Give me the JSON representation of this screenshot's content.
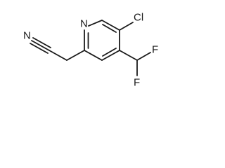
{
  "molecule": {
    "atoms": {
      "ring_nitrogen": "N",
      "chloro": "Cl",
      "nitrile_nitrogen": "N",
      "fluoro_upper": "F",
      "fluoro_lower": "F"
    }
  }
}
